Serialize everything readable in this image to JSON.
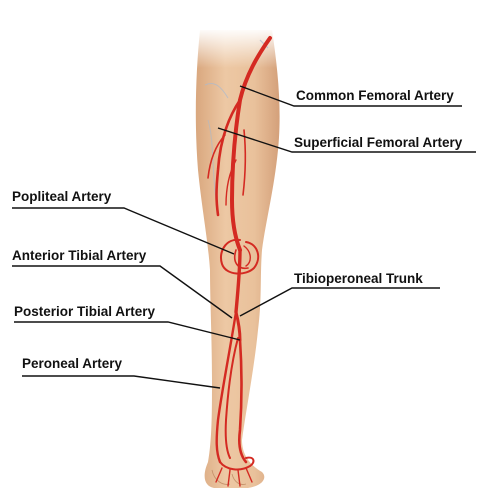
{
  "labels": {
    "common_femoral": "Common Femoral Artery",
    "superficial_femoral": "Superficial Femoral Artery",
    "popliteal": "Popliteal Artery",
    "anterior_tibial": "Anterior Tibial Artery",
    "tibioperoneal": "Tibioperoneal Trunk",
    "posterior_tibial": "Posterior Tibial Artery",
    "peroneal": "Peroneal Artery"
  },
  "colors": {
    "skin": "#e8bf98",
    "skin_shadow": "#d9a77e",
    "artery": "#d42a22",
    "artery_dark": "#a8140f",
    "vein_hint": "#a9b9cf",
    "leader": "#111111"
  }
}
